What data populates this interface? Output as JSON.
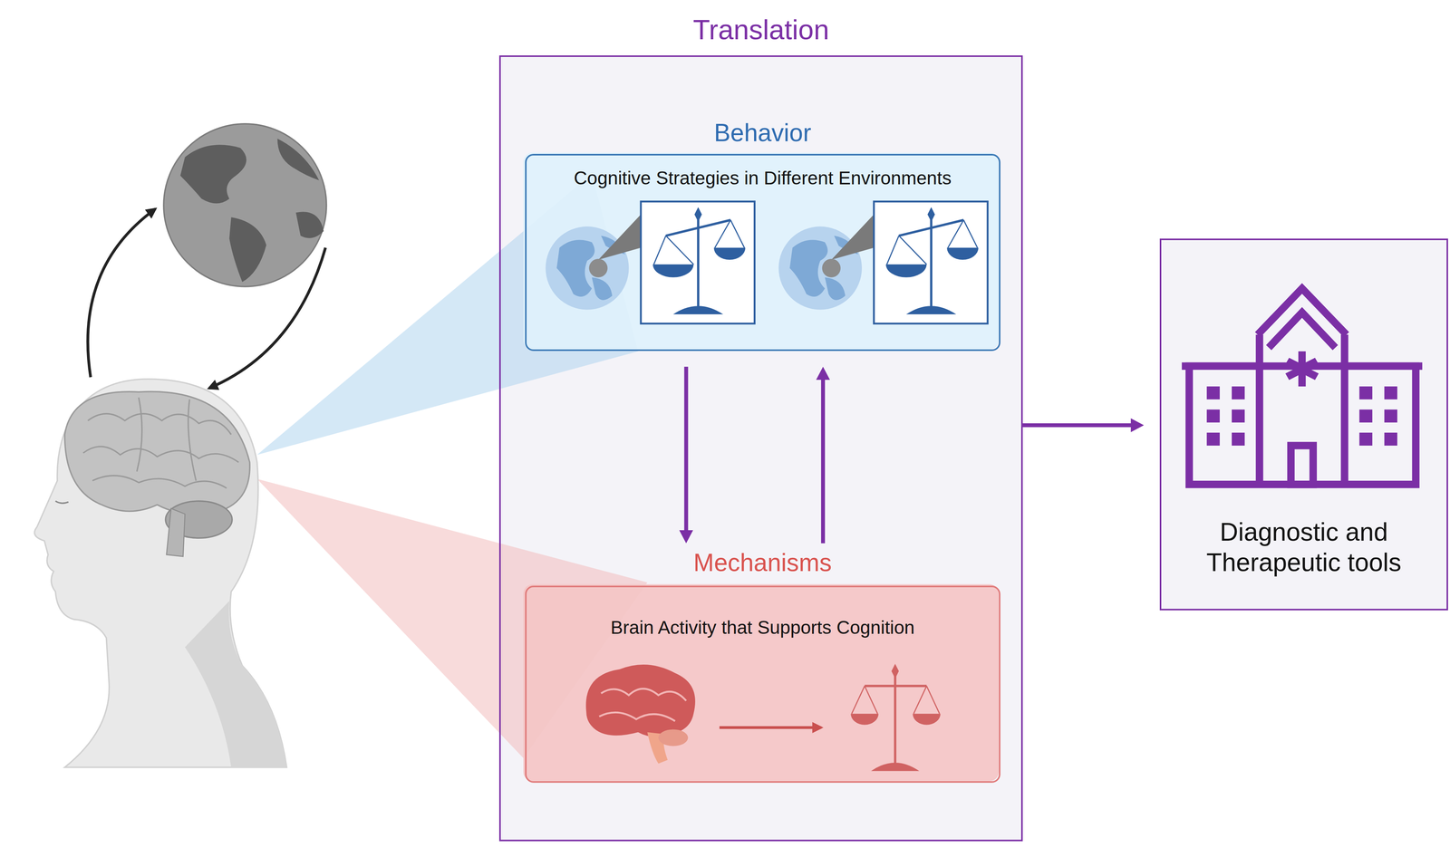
{
  "diagram": {
    "nodes": [
      {
        "text": [
          "Translation"
        ]
      },
      {
        "text": [
          "Behavior",
          "Cognitive Strategies in Different Environments"
        ],
        "in": 0
      },
      {
        "text": [
          "Mechanisms",
          "Brain Activity that Supports Cognition"
        ],
        "in": 0
      },
      {
        "text": [
          "Diagnostic and Therapeutic tools"
        ]
      }
    ],
    "edges": [
      {
        "from": 1,
        "to": 2,
        "arrow": "to"
      },
      {
        "from": 2,
        "to": 1,
        "arrow": "to"
      },
      {
        "from": 0,
        "to": 3,
        "arrow": "to"
      }
    ]
  }
}
